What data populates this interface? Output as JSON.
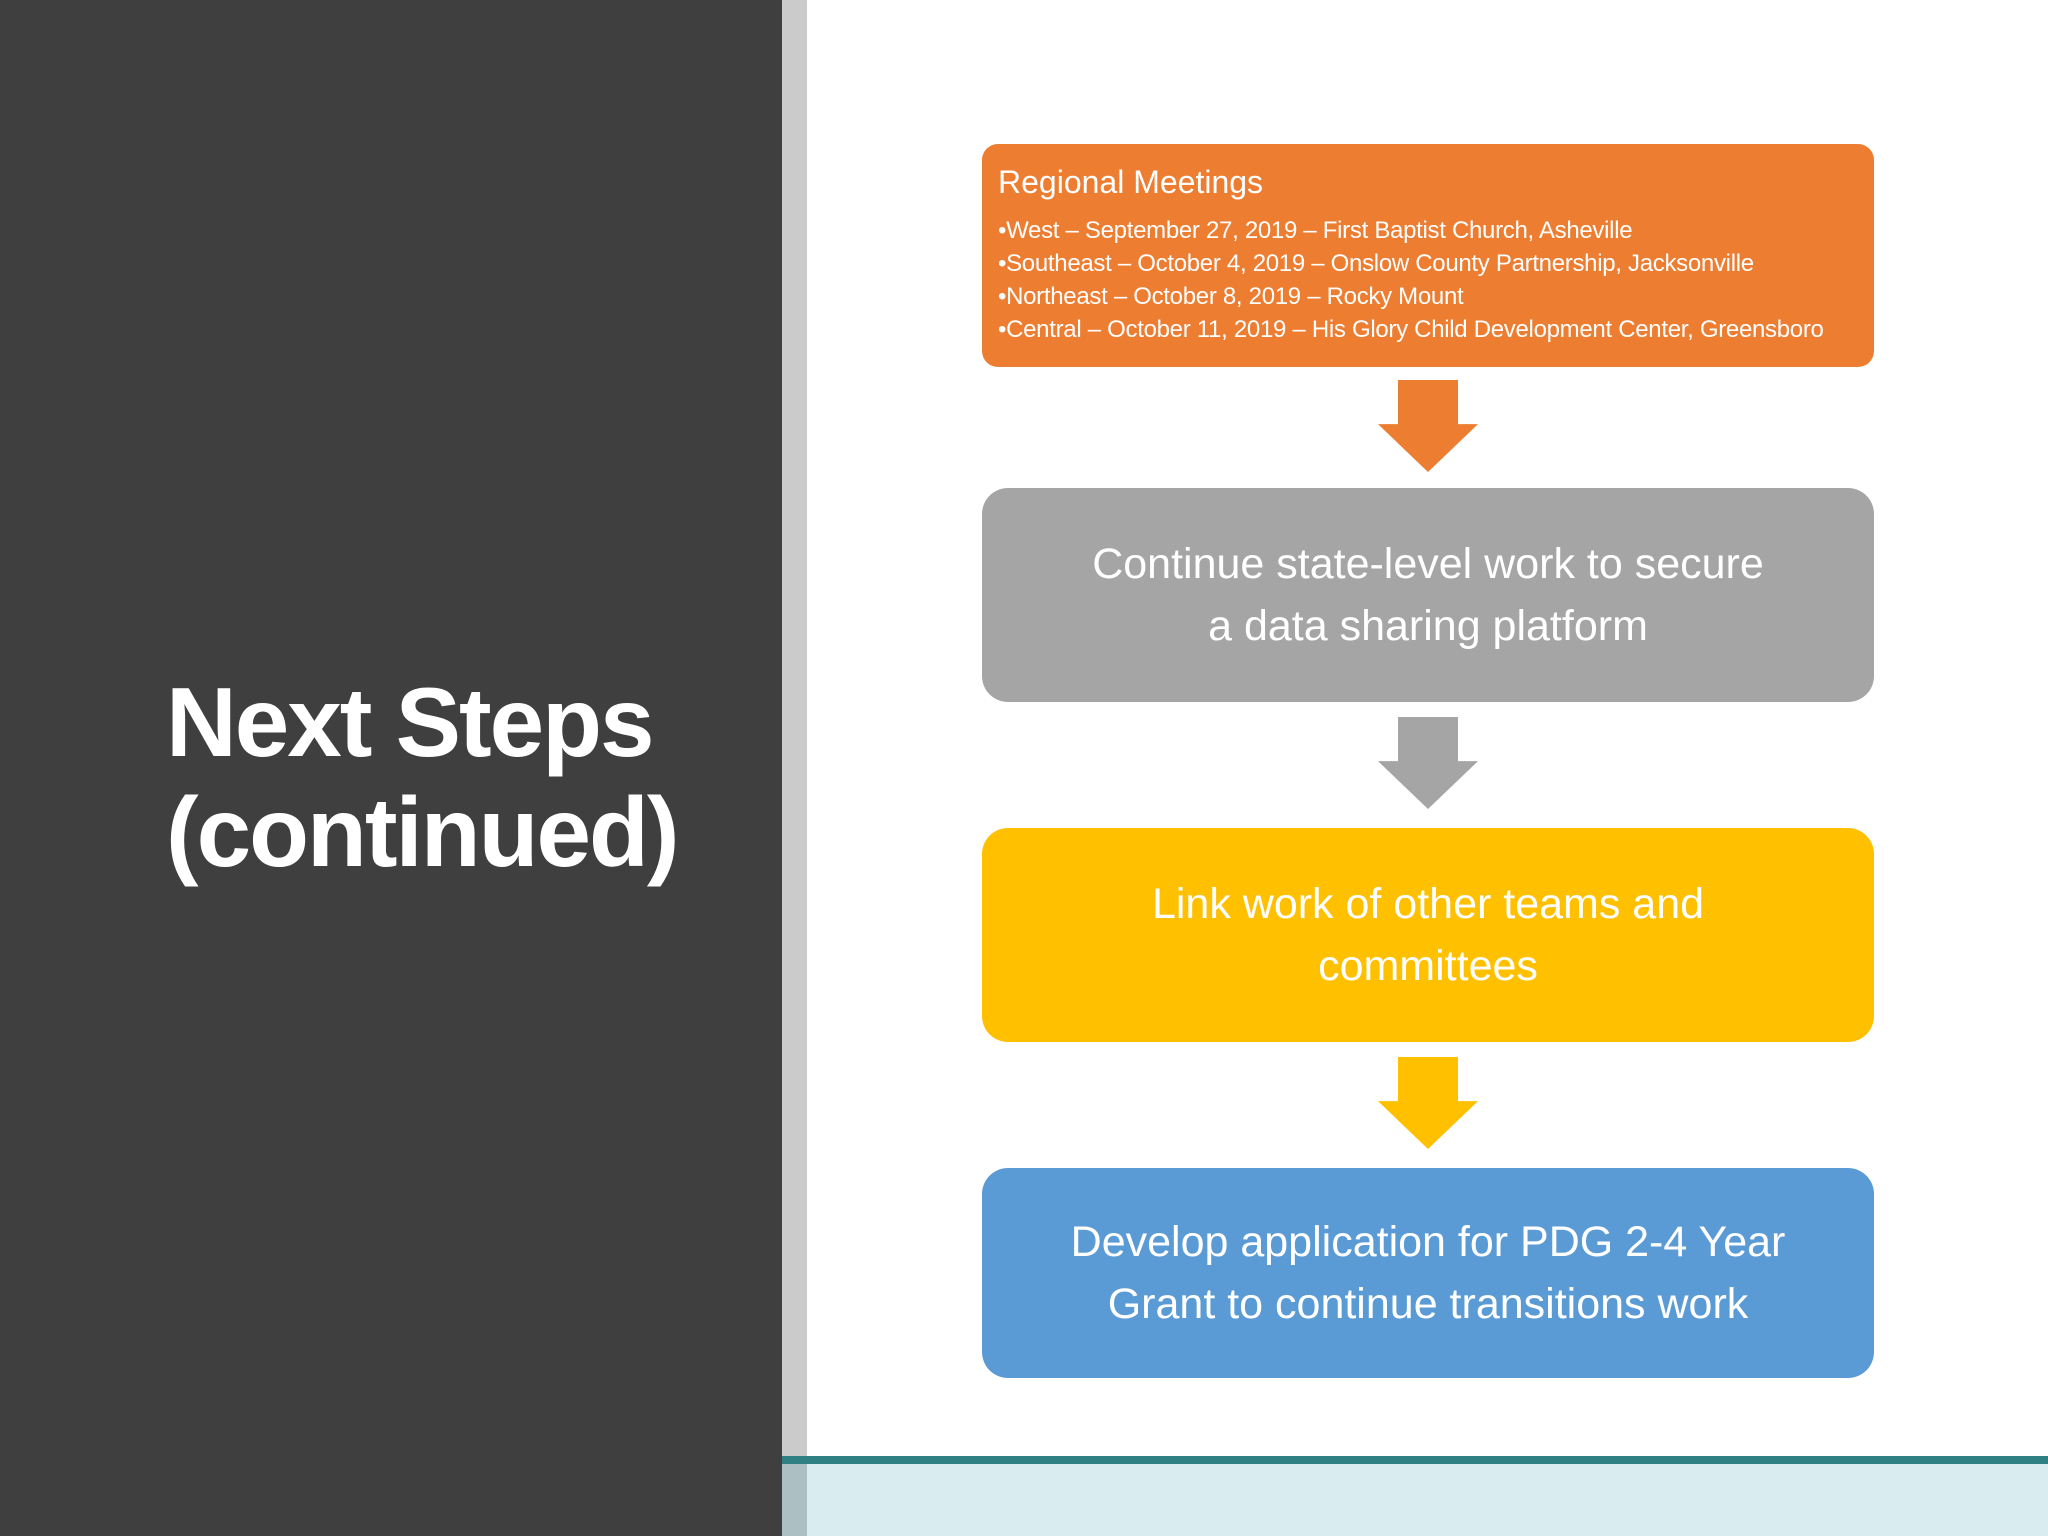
{
  "title": {
    "lines": [
      "Next Steps",
      "(continued)"
    ]
  },
  "flow": {
    "step1": {
      "heading": "Regional Meetings",
      "bullets": [
        "•West – September 27, 2019 – First Baptist Church, Asheville",
        "•Southeast – October 4, 2019 – Onslow County Partnership, Jacksonville",
        "•Northeast – October 8, 2019 – Rocky Mount",
        "•Central – October 11, 2019 – His Glory Child Development Center, Greensboro"
      ],
      "color": "#ED7D31"
    },
    "step2": {
      "lines": [
        "Continue state-level work to secure",
        "a data sharing platform"
      ],
      "color": "#A5A5A5"
    },
    "step3": {
      "lines": [
        "Link work of other teams and",
        "committees"
      ],
      "color": "#FFC000"
    },
    "step4": {
      "lines": [
        "Develop application for PDG 2-4 Year",
        "Grant to continue transitions work"
      ],
      "color": "#5B9BD5"
    }
  },
  "colors": {
    "sidebar_background": "#3F3F3F",
    "edge_strip": "#CBCBCB",
    "footer_accent_line": "#2F8083",
    "footer_strip": "#D9EDF0",
    "footer_strip_edge": "#ACC0C4",
    "text": "#FFFFFF"
  }
}
